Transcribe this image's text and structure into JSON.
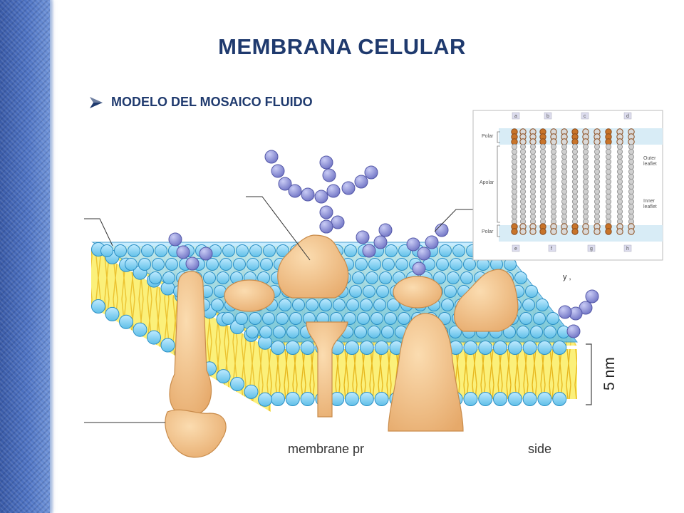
{
  "slide": {
    "title": "MEMBRANA CELULAR",
    "bullet": "MODELO DEL MOSAICO FLUIDO"
  },
  "diagram": {
    "scale_label": "5 nm",
    "caption_left": "membrane pr",
    "caption_right": "side",
    "fragment_label": "y ,"
  },
  "inset": {
    "column_labels": [
      "a",
      "b",
      "c",
      "d"
    ],
    "bottom_labels": [
      "e",
      "f",
      "g",
      "h"
    ],
    "left_labels": [
      "Polar",
      "Apolar",
      "Polar"
    ],
    "right_labels": [
      "Outer",
      "leaflet",
      "Inner",
      "leaflet"
    ]
  },
  "colors": {
    "title": "#1f3a6e",
    "side_band": "#4f74c4",
    "lipid_head": "#7fd0f0",
    "lipid_head_stroke": "#2b8fc4",
    "lipid_tail": "#f7e84a",
    "protein": "#f2c48d",
    "protein_stroke": "#c98c4b",
    "carbohydrate": "#8b8fd6"
  }
}
